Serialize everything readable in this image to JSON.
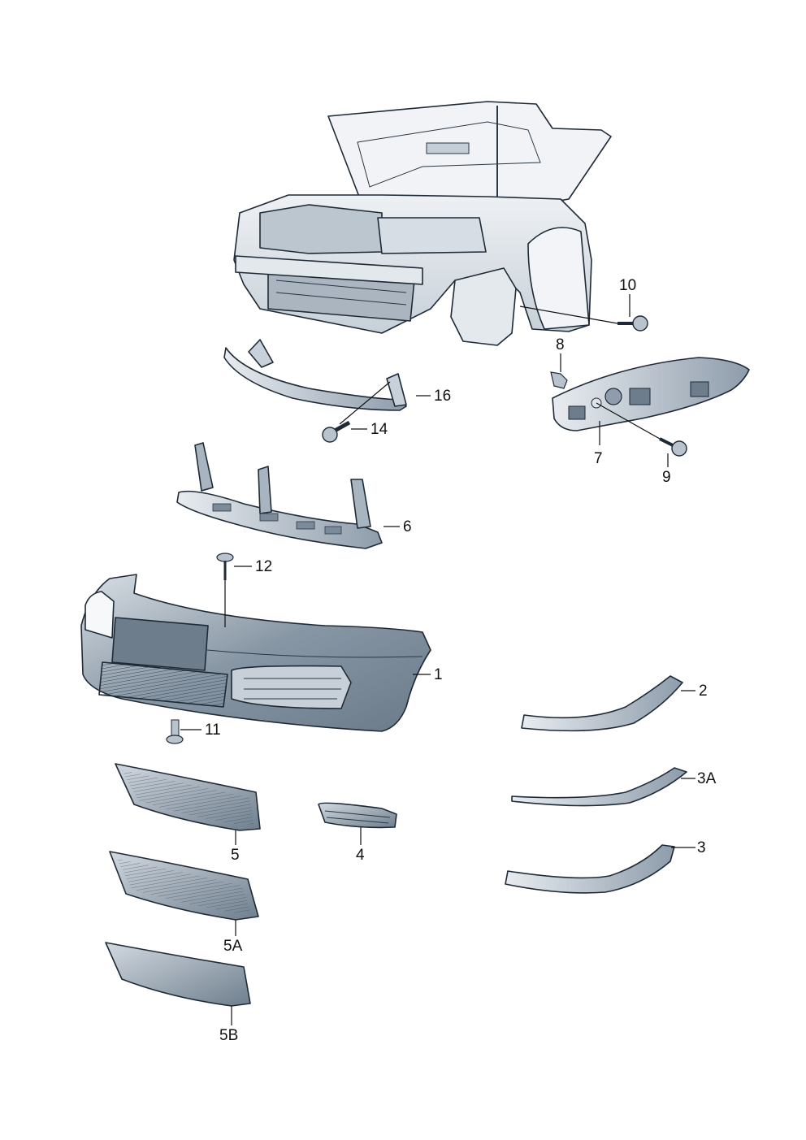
{
  "callouts": {
    "c1": "1",
    "c2": "2",
    "c3": "3",
    "c3a": "3A",
    "c4": "4",
    "c5": "5",
    "c5a": "5A",
    "c5b": "5B",
    "c6": "6",
    "c7": "7",
    "c8": "8",
    "c9": "9",
    "c10": "10",
    "c11": "11",
    "c12": "12",
    "c14": "14",
    "c16": "16"
  },
  "colors": {
    "line": "#1e2a36",
    "light": "#dfe4ea",
    "mid": "#b9c3cd",
    "dark": "#7c8b99",
    "darker": "#5d6c7b"
  }
}
